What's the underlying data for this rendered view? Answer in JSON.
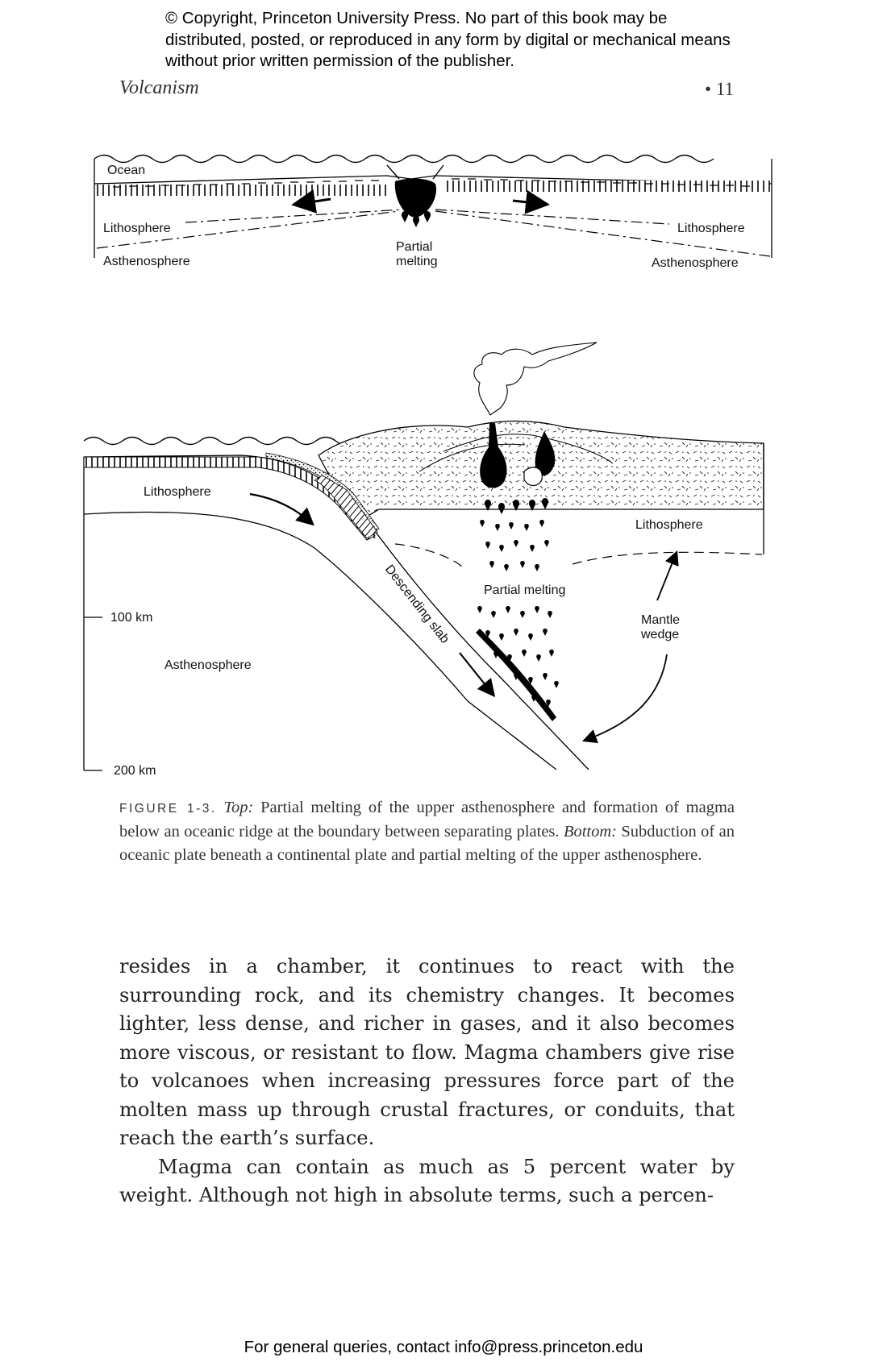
{
  "header": {
    "copyright": "© Copyright, Princeton University Press. No part of this book may be distributed, posted, or reproduced in any form by digital or mechanical means without prior written permission of the publisher.",
    "running_head": "Volcanism",
    "page_number": "• 11"
  },
  "figure_top": {
    "ocean": "Ocean",
    "lithosphere_left": "Lithosphere",
    "lithosphere_right": "Lithosphere",
    "asthenosphere_left": "Asthenosphere",
    "asthenosphere_right": "Asthenosphere",
    "partial_line1": "Partial",
    "partial_line2": "melting"
  },
  "figure_bottom": {
    "lithosphere_left": "Lithosphere",
    "lithosphere_right": "Lithosphere",
    "partial_melting": "Partial melting",
    "descending_slab": "Descending slab",
    "mantle_line1": "Mantle",
    "mantle_line2": "wedge",
    "asthenosphere": "Asthenosphere",
    "depth_100": "100 km",
    "depth_200": "200 km"
  },
  "caption": {
    "label": "figure 1-3.",
    "top_word": "Top:",
    "top_text": "Partial melting of the upper asthenosphere and formation of magma below an oceanic ridge at the boundary between separating plates.",
    "bottom_word": "Bottom:",
    "bottom_text": "Subduction of an oceanic plate beneath a continental plate and partial melting of the upper asthenosphere."
  },
  "body": {
    "paragraph1": "resides in a chamber, it continues to react with the surrounding rock, and its chemistry changes. It becomes lighter, less dense, and richer in gases, and it also becomes more viscous, or resistant to flow. Magma chambers give rise to volcanoes when increasing pressures force part of the molten mass up through crustal fractures, or conduits, that reach the earth’s surface.",
    "paragraph2": "Magma can contain as much as 5 percent water by weight. Although not high in absolute terms, such a percen-"
  },
  "footer": {
    "text": "For general queries, contact info@press.princeton.edu"
  }
}
